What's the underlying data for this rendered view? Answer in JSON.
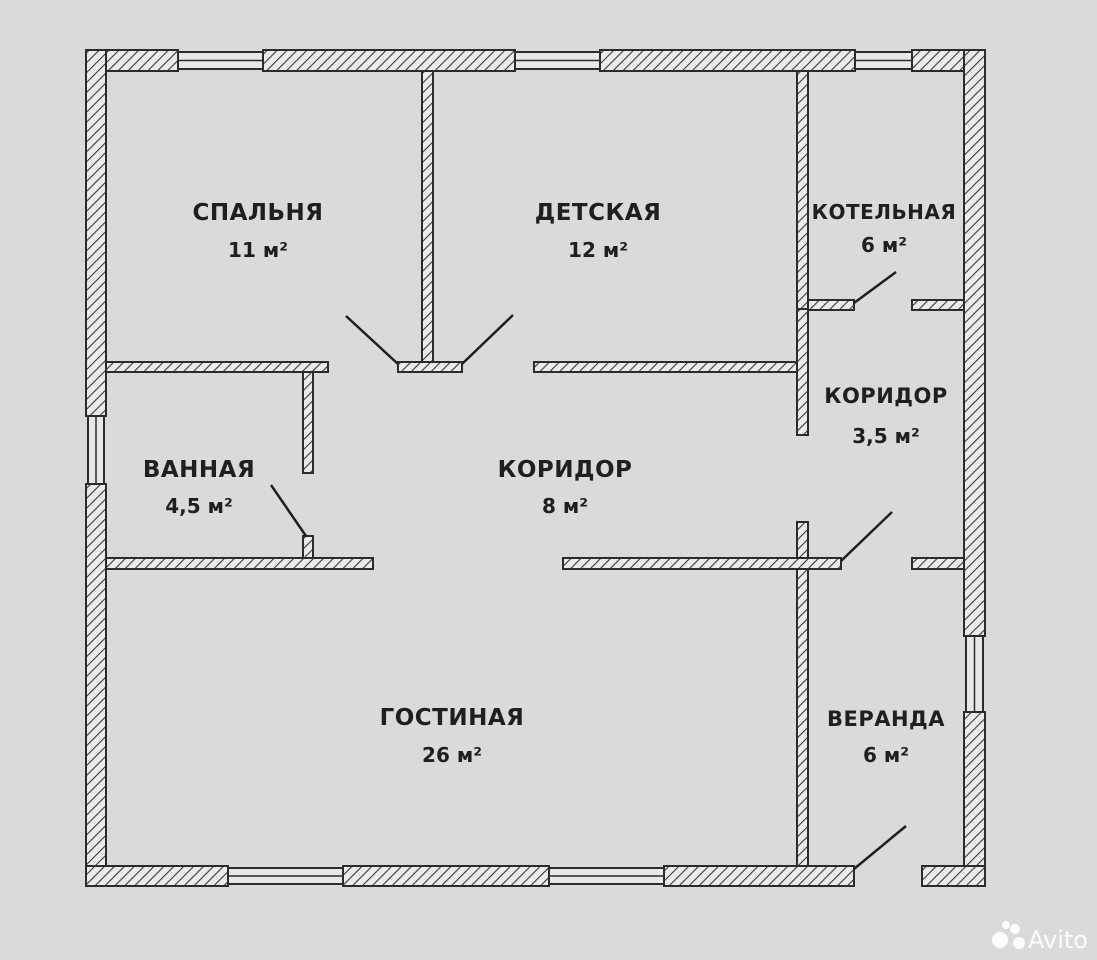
{
  "rooms": {
    "bedroom": {
      "name": "СПАЛЬНЯ",
      "area": "11 м²"
    },
    "kids": {
      "name": "ДЕТСКАЯ",
      "area": "12 м²"
    },
    "boiler": {
      "name": "КОТЕЛЬНАЯ",
      "area": "6 м²"
    },
    "bathroom": {
      "name": "ВАННАЯ",
      "area": "4,5 м²"
    },
    "corridor": {
      "name": "КОРИДОР",
      "area": "8 м²"
    },
    "corridor_small": {
      "name": "КОРИДОР",
      "area": "3,5 м²"
    },
    "living": {
      "name": "ГОСТИНАЯ",
      "area": "26 м²"
    },
    "veranda": {
      "name": "ВЕРАНДА",
      "area": "6 м²"
    }
  },
  "watermark": {
    "text": "Avito",
    "icon": "avito-dots-icon"
  },
  "colors": {
    "background": "#d9dadc",
    "wall_stroke": "#2b2b2b",
    "watermark": "#ffffff"
  }
}
